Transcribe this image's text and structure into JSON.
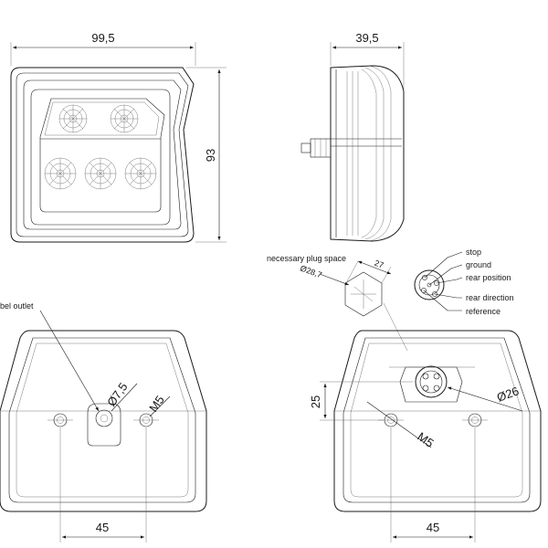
{
  "dimensions": {
    "front_width": "99,5",
    "front_height": "93",
    "side_depth": "39,5",
    "back_left_spacing": "45",
    "back_left_hole": "Ø7,5",
    "back_left_thread": "M5",
    "back_right_spacing": "45",
    "back_right_thread": "M5",
    "back_right_connector": "Ø26",
    "back_right_offset": "25",
    "plug_diameter": "Ø28,7",
    "plug_width": "27"
  },
  "labels": {
    "cable_outlet": "bel outlet",
    "plug_space": "necessary plug space"
  },
  "pin_legend": [
    "stop",
    "ground",
    "rear position",
    "rear direction",
    "reference"
  ]
}
